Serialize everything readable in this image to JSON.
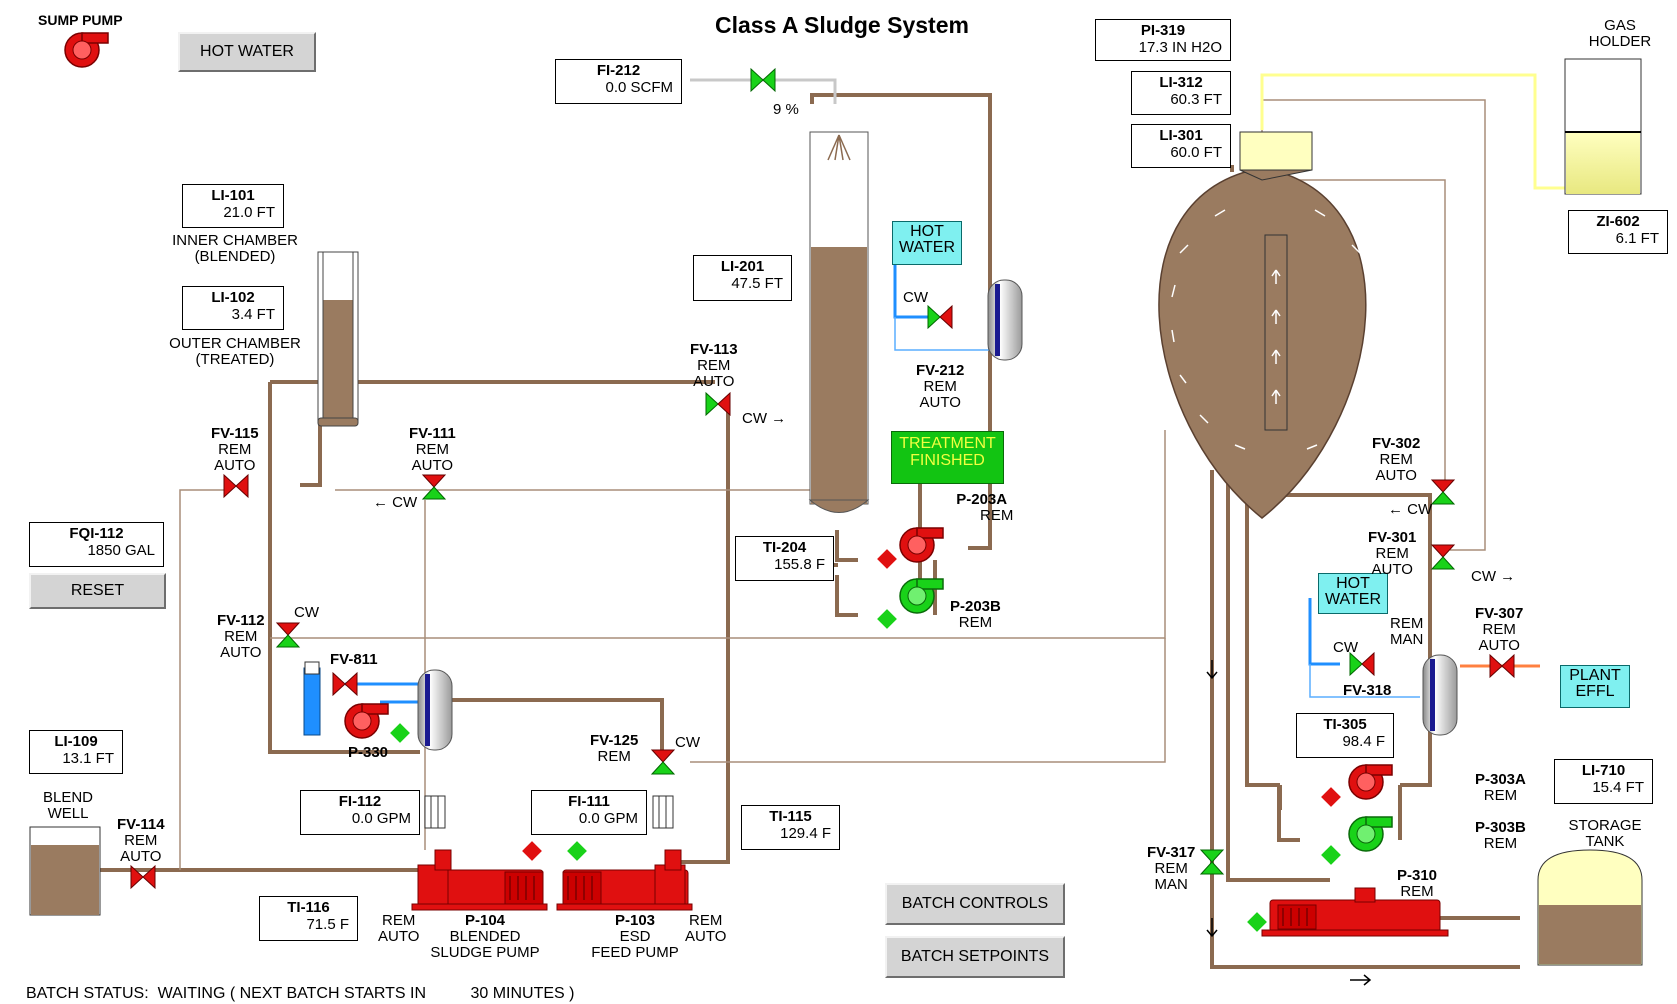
{
  "title": "Class A Sludge System",
  "sump_pump_label": "SUMP PUMP",
  "buttons": {
    "hot_water": "HOT WATER",
    "reset": "RESET",
    "batch_controls": "BATCH CONTROLS",
    "batch_setpoints": "BATCH SETPOINTS"
  },
  "tags": {
    "fi212": {
      "id": "FI-212",
      "value": "0.0 SCFM"
    },
    "pi319": {
      "id": "PI-319",
      "value": "17.3 IN H2O"
    },
    "li312": {
      "id": "LI-312",
      "value": "60.3 FT"
    },
    "li301": {
      "id": "LI-301",
      "value": "60.0 FT"
    },
    "zi602": {
      "id": "ZI-602",
      "value": "6.1 FT"
    },
    "li101": {
      "id": "LI-101",
      "value": "21.0 FT"
    },
    "li102": {
      "id": "LI-102",
      "value": "3.4 FT"
    },
    "li201": {
      "id": "LI-201",
      "value": "47.5 FT"
    },
    "ti204": {
      "id": "TI-204",
      "value": "155.8 F"
    },
    "fqi112": {
      "id": "FQI-112",
      "value": "1850  GAL"
    },
    "li109": {
      "id": "LI-109",
      "value": "13.1 FT"
    },
    "fi112": {
      "id": "FI-112",
      "value": "0.0 GPM"
    },
    "fi111": {
      "id": "FI-111",
      "value": "0.0 GPM"
    },
    "ti115": {
      "id": "TI-115",
      "value": "129.4 F"
    },
    "ti116": {
      "id": "TI-116",
      "value": "71.5 F"
    },
    "ti305": {
      "id": "TI-305",
      "value": "98.4 F"
    },
    "li710": {
      "id": "LI-710",
      "value": "15.4 FT"
    }
  },
  "labels": {
    "fv212_pct": "9 %",
    "gas_holder_1": "GAS",
    "gas_holder_2": "HOLDER",
    "inner_chamber_1": "INNER CHAMBER",
    "inner_chamber_2": "(BLENDED)",
    "outer_chamber_1": "OUTER CHAMBER",
    "outer_chamber_2": "(TREATED)",
    "blend_well_1": "BLEND",
    "blend_well_2": "WELL",
    "storage_tank_1": "STORAGE",
    "storage_tank_2": "TANK",
    "plant_effl_1": "PLANT",
    "plant_effl_2": "EFFL",
    "hot_water_1": "HOT",
    "hot_water_2": "WATER",
    "treatment_1": "TREATMENT",
    "treatment_2": "FINISHED",
    "cw": "CW",
    "cw_right": "CW →",
    "cw_left": "← CW",
    "rem": "REM",
    "auto": "AUTO",
    "man": "MAN",
    "esd": "ESD"
  },
  "valves": {
    "fv113": "FV-113",
    "fv212": "FV-212",
    "fv115": "FV-115",
    "fv111": "FV-111",
    "fv112": "FV-112",
    "fv811": "FV-811",
    "fv125": "FV-125",
    "fv114": "FV-114",
    "fv302": "FV-302",
    "fv301": "FV-301",
    "fv307": "FV-307",
    "fv318": "FV-318",
    "fv317": "FV-317"
  },
  "pumps": {
    "p203a": "P-203A",
    "p203b": "P-203B",
    "p330": "P-330",
    "p104": "P-104",
    "p104_desc_1": "BLENDED",
    "p104_desc_2": "SLUDGE PUMP",
    "p103": "P-103",
    "p103_desc": "FEED PUMP",
    "p303a": "P-303A",
    "p303b": "P-303B",
    "p310": "P-310"
  },
  "status": {
    "prefix": "BATCH STATUS:  WAITING ( NEXT BATCH STARTS IN",
    "suffix": "30 MINUTES )"
  },
  "colors": {
    "pipe": "#8b6a50",
    "sludge": "#9a7b60",
    "running": "#19d219",
    "stopped": "#e01010",
    "hot_water": "#7ff0f0"
  }
}
